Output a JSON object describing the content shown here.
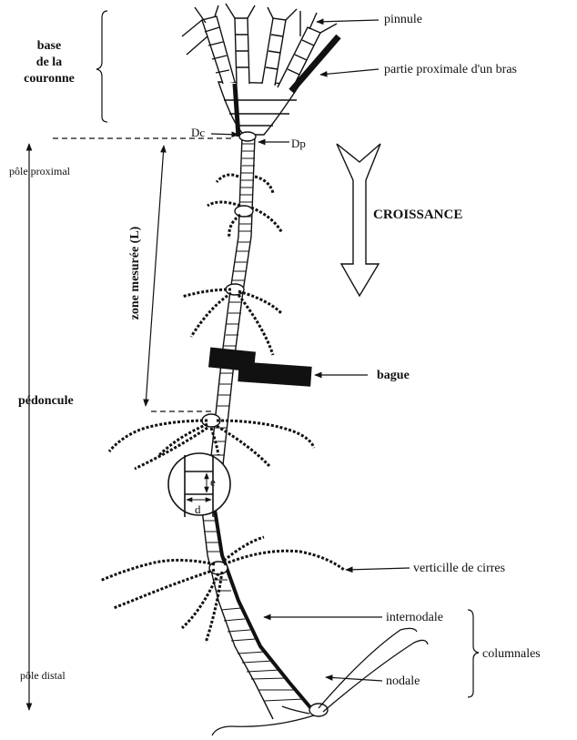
{
  "labels": {
    "base_line1": "base",
    "base_line2": "de la",
    "base_line3": "couronne",
    "pinnule": "pinnule",
    "partie_proximale": "partie proximale d'un bras",
    "dc": "Dc",
    "dp": "Dp",
    "pole_proximal": "pôle proximal",
    "croissance": "CROISSANCE",
    "zone_mesuree": "zone mesurée (L)",
    "bague": "bague",
    "pedoncule": "pédoncule",
    "e": "e",
    "d": "d",
    "verticille": "verticille de cirres",
    "internodale": "internodale",
    "columnales": "columnales",
    "pole_distal": "pôle distal",
    "nodale": "nodale"
  },
  "colors": {
    "ink": "#111111",
    "background": "#ffffff"
  }
}
